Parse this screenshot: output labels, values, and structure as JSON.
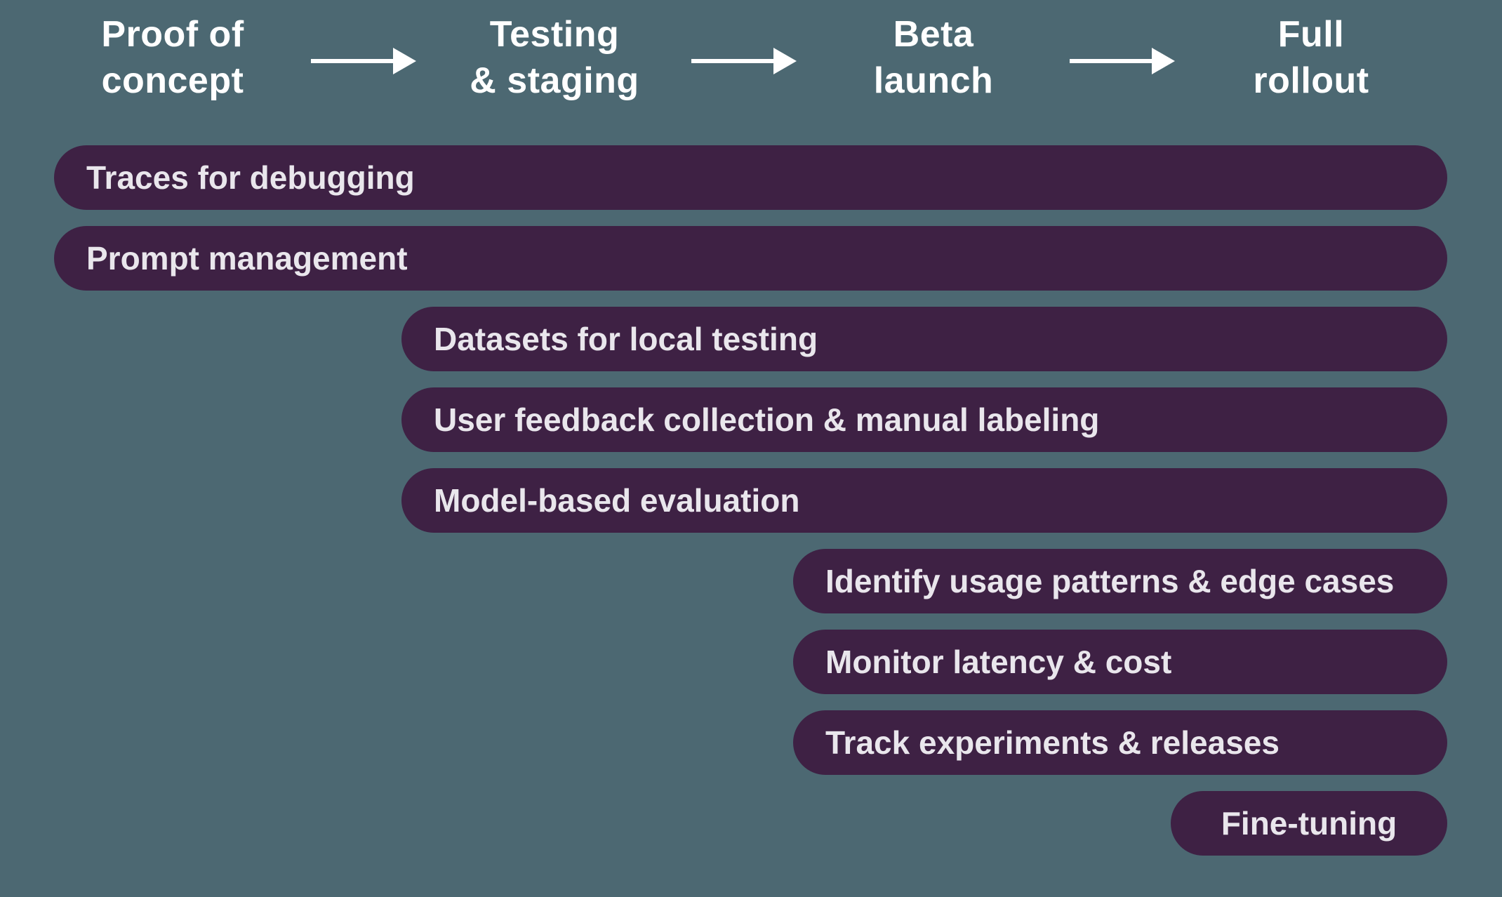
{
  "colors": {
    "background": "#4c6872",
    "bar_fill": "#3e2144",
    "bar_text": "#e9e6ec",
    "header_text": "#ffffff"
  },
  "stages": [
    {
      "line1": "Proof of",
      "line2": "concept"
    },
    {
      "line1": "Testing",
      "line2": "& staging"
    },
    {
      "line1": "Beta",
      "line2": "launch"
    },
    {
      "line1": "Full",
      "line2": "rollout"
    }
  ],
  "bars": [
    {
      "label": "Traces for debugging",
      "start_stage": "Proof of concept",
      "end_stage": "Full rollout"
    },
    {
      "label": "Prompt management",
      "start_stage": "Proof of concept",
      "end_stage": "Full rollout"
    },
    {
      "label": "Datasets for local testing",
      "start_stage": "Testing & staging",
      "end_stage": "Full rollout"
    },
    {
      "label": "User feedback collection & manual labeling",
      "start_stage": "Testing & staging",
      "end_stage": "Full rollout"
    },
    {
      "label": "Model-based evaluation",
      "start_stage": "Testing & staging",
      "end_stage": "Full rollout"
    },
    {
      "label": "Identify usage patterns & edge cases",
      "start_stage": "Beta launch",
      "end_stage": "Full rollout"
    },
    {
      "label": "Monitor latency & cost",
      "start_stage": "Beta launch",
      "end_stage": "Full rollout"
    },
    {
      "label": "Track experiments & releases",
      "start_stage": "Beta launch",
      "end_stage": "Full rollout"
    },
    {
      "label": "Fine-tuning",
      "start_stage": "Full rollout",
      "end_stage": "Full rollout"
    }
  ]
}
